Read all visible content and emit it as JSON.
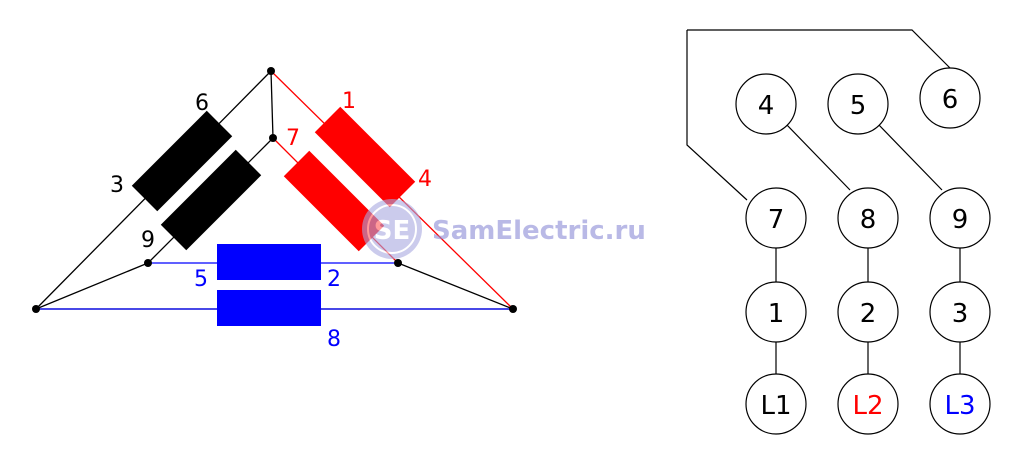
{
  "colors": {
    "black": "#000000",
    "red": "#ff0000",
    "blue": "#0000ff",
    "watermark": "#8c8cd6"
  },
  "watermark": {
    "logo_text": "SE",
    "site_text": "SamElectric.ru"
  },
  "delta": {
    "black_labels": {
      "top": "6",
      "left": "3",
      "inner": "9"
    },
    "red_labels": {
      "top": "1",
      "right": "4",
      "inner": "7"
    },
    "blue_labels": {
      "left": "5",
      "right": "2",
      "bottom": "8"
    }
  },
  "terminal_board": {
    "row1": [
      "4",
      "5",
      "6"
    ],
    "row2": [
      "7",
      "8",
      "9"
    ],
    "row3": [
      "1",
      "2",
      "3"
    ],
    "row4": [
      "L1",
      "L2",
      "L3"
    ]
  }
}
